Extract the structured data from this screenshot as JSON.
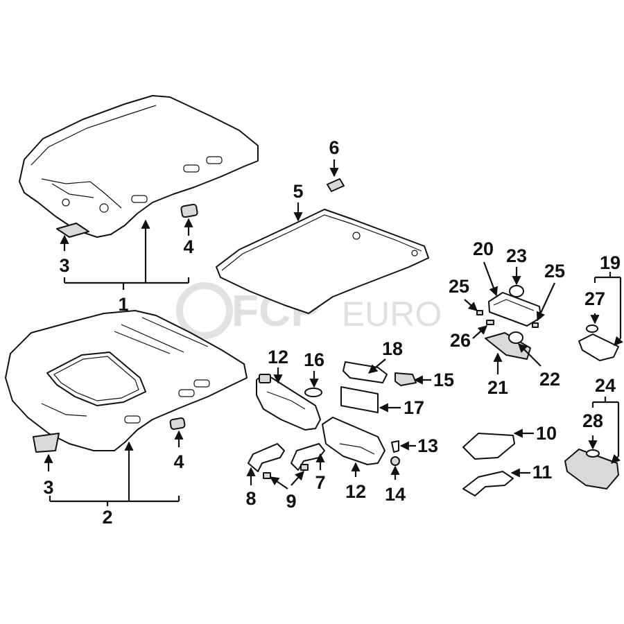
{
  "watermark": {
    "brand": "FCP",
    "suffix": "EURO"
  },
  "callouts": [
    "1",
    "2",
    "3",
    "3",
    "4",
    "4",
    "5",
    "6",
    "7",
    "8",
    "9",
    "10",
    "11",
    "12",
    "12",
    "13",
    "14",
    "15",
    "16",
    "17",
    "18",
    "19",
    "20",
    "21",
    "22",
    "23",
    "24",
    "25",
    "25",
    "26",
    "27",
    "28"
  ]
}
